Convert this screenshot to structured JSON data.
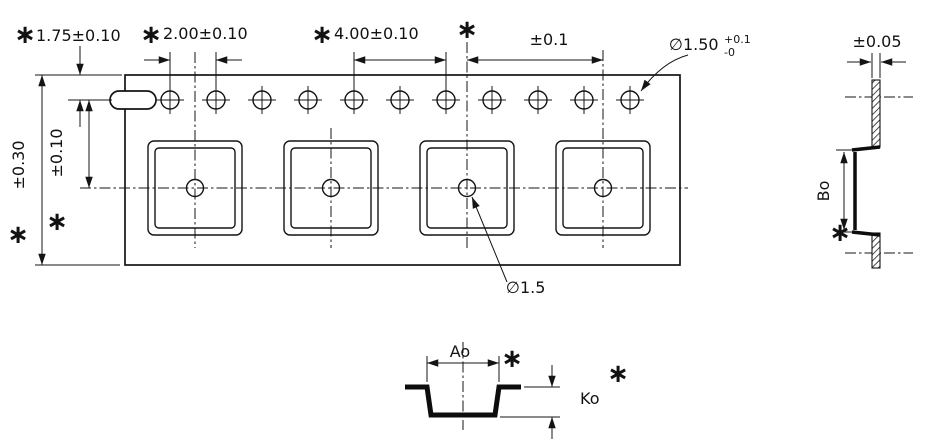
{
  "drawing": {
    "dims": {
      "edge_offset": "1.75±0.10",
      "sprocket_pitch": "2.00±0.10",
      "pocket_pitch": "4.00±0.10",
      "pitch_tol": "±0.1",
      "sprocket_dia": "∅1.50",
      "sprocket_dia_tol_upper": "+0.1",
      "sprocket_dia_tol_lower": "-0",
      "thickness_tol": "±0.05",
      "width_tol": "±0.30",
      "center_offset_tol": "±0.10",
      "pocket_hole_dia": "∅1.5",
      "pocket_width": "Ao",
      "pocket_length": "Bo",
      "pocket_depth": "Ko"
    },
    "asterisk": "∗"
  }
}
